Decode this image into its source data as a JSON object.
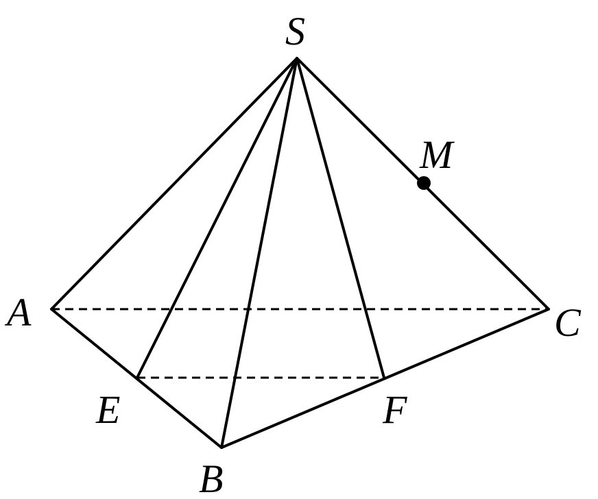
{
  "figure": {
    "points": {
      "S": "S",
      "A": "A",
      "B": "B",
      "C": "C",
      "E": "E",
      "F": "F",
      "M": "M"
    },
    "colors": {
      "stroke": "#000000",
      "background": "#ffffff"
    }
  }
}
